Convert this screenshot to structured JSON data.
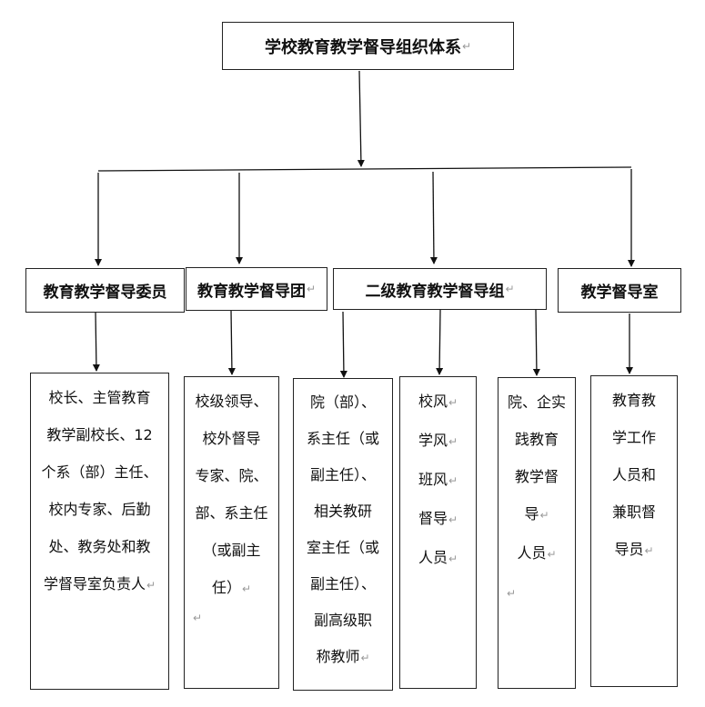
{
  "root": {
    "label": "学校教育教学督导组织体系"
  },
  "level1": [
    {
      "label": "教育教学督导委员"
    },
    {
      "label": "教育教学督导团"
    },
    {
      "label": "二级教育教学督导组"
    },
    {
      "label": "教学督导室"
    }
  ],
  "level2": [
    {
      "lines": [
        "校长、主管教育",
        "教学副校长、12",
        "个系（部）主任、",
        "校内专家、后勤",
        "处、教务处和教",
        "学督导室负责人"
      ]
    },
    {
      "lines": [
        "校级领导、",
        "校外督导",
        "专家、院、",
        "部、系主任",
        "（或副主",
        "任）"
      ]
    },
    {
      "lines": [
        "院（部）、",
        "系主任（或",
        "副主任）、",
        "相关教研",
        "室主任（或",
        "副主任）、",
        "副高级职",
        "称教师"
      ]
    },
    {
      "lines": [
        "校风",
        "学风",
        "班风",
        "督导",
        "人员"
      ]
    },
    {
      "lines": [
        "院、企实",
        "践教育",
        "教学督",
        "导",
        "人员"
      ]
    },
    {
      "lines": [
        "教育教",
        "学工作",
        "人员和",
        "兼职督",
        "导员"
      ]
    }
  ]
}
